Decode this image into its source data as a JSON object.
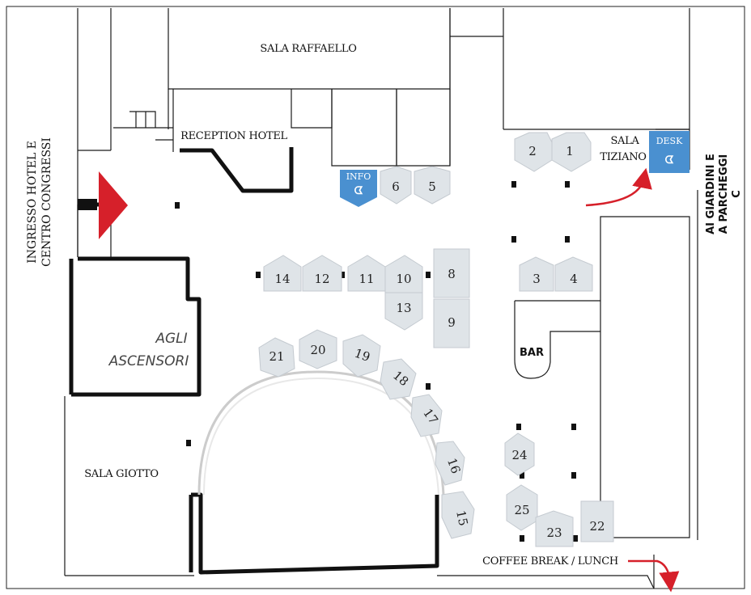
{
  "rooms": {
    "raffaello": "SALA RAFFAELLO",
    "reception": "RECEPTION HOTEL",
    "tiziano_1": "SALA",
    "tiziano_2": "TIZIANO",
    "giotto": "SALA GIOTTO",
    "ascensori_1": "AGLI",
    "ascensori_2": "ASCENSORI",
    "bar": "BAR",
    "coffee": "COFFEE BREAK / LUNCH"
  },
  "entrance": {
    "line1": "INGRESSO HOTEL E",
    "line2": "CENTRO CONGRESSI"
  },
  "exit_right": {
    "line1": "AI GIARDINI E",
    "line2": "A PARCHEGGI",
    "line3": "C"
  },
  "info": {
    "label": "INFO",
    "logo": "ᗧ"
  },
  "desk": {
    "label": "DESK",
    "logo": "ᗧ"
  },
  "booths": [
    "1",
    "2",
    "3",
    "4",
    "5",
    "6",
    "8",
    "9",
    "10",
    "11",
    "12",
    "13",
    "14",
    "15",
    "16",
    "17",
    "18",
    "19",
    "20",
    "21",
    "22",
    "23",
    "24",
    "25"
  ],
  "colors": {
    "booth": "#dfe4e8",
    "info_blue": "#4a90d0",
    "entrance_arrow": "#d6202a",
    "route_arrow": "#d6202a"
  }
}
